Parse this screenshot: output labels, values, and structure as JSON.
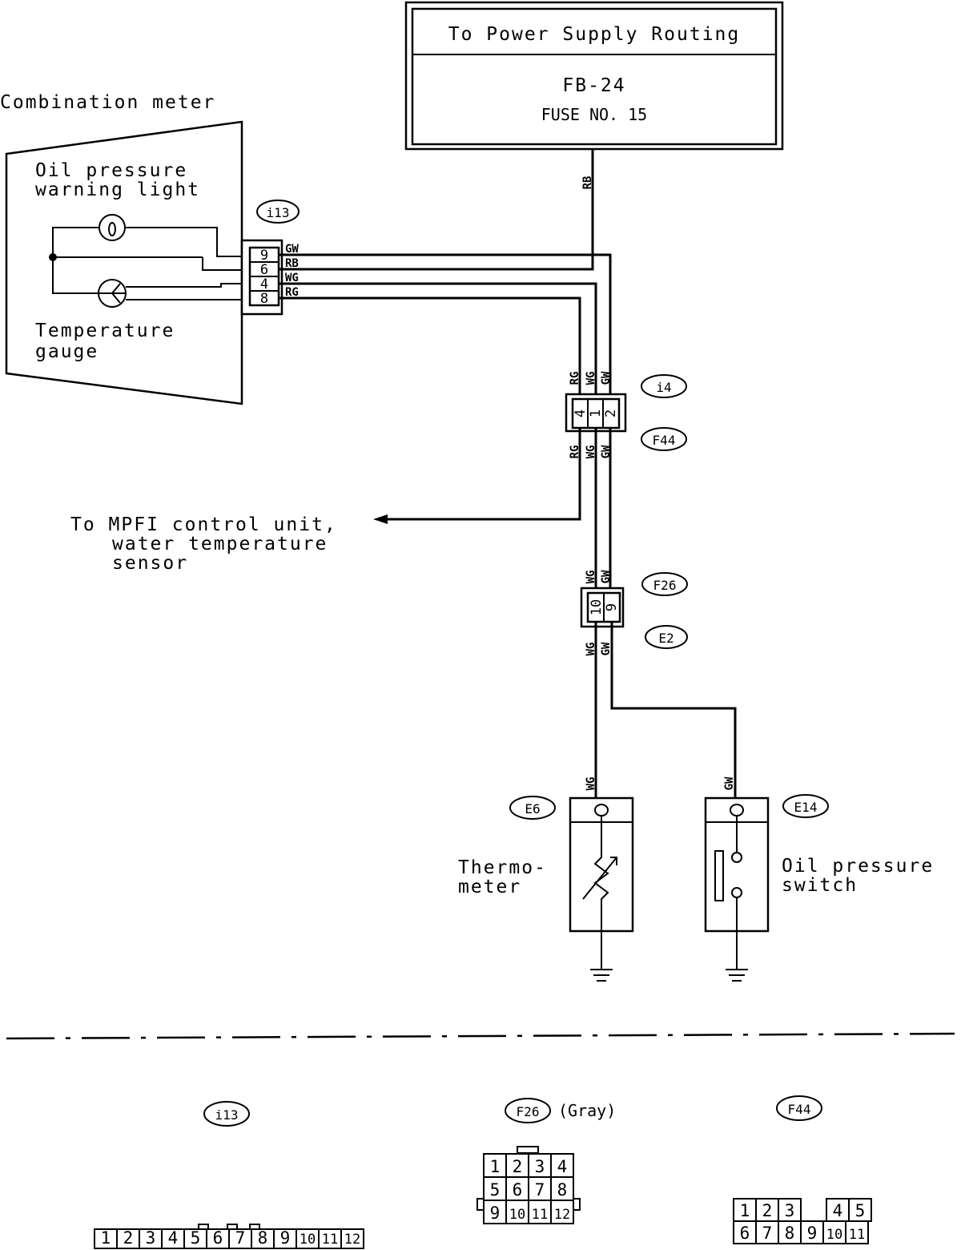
{
  "power_box": {
    "title": "To Power Supply Routing",
    "block": "FB-24",
    "fuse": "FUSE NO. 15"
  },
  "meter": {
    "title": "Combination meter",
    "oil_light_line1": "Oil pressure",
    "oil_light_line2": "warning light",
    "temp_gauge_line1": "Temperature",
    "temp_gauge_line2": "gauge"
  },
  "connectors": {
    "i13": "i13",
    "i4": "i4",
    "F44": "F44",
    "F26": "F26",
    "E2": "E2",
    "E6": "E6",
    "E14": "E14"
  },
  "wires": {
    "RB": "RB",
    "GW": "GW",
    "WG": "WG",
    "RG": "RG"
  },
  "i13_pins": [
    "9",
    "6",
    "4",
    "8"
  ],
  "i4_pins": [
    "4",
    "1",
    "2"
  ],
  "f26_pins": [
    "10",
    "9"
  ],
  "mpfi": {
    "line1": "To MPFI control unit,",
    "line2": "water temperature",
    "line3": "sensor"
  },
  "thermometer": {
    "line1": "Thermo-",
    "line2": "meter"
  },
  "oil_switch": {
    "line1": "Oil pressure",
    "line2": "switch"
  },
  "legend": {
    "i13_label": "i13",
    "f26_label": "F26",
    "f26_color": "(Gray)",
    "f44_label": "F44",
    "i13_pins": [
      "1",
      "2",
      "3",
      "4",
      "5",
      "6",
      "7",
      "8",
      "9",
      "10",
      "11",
      "12"
    ],
    "f26_row1": [
      "1",
      "2",
      "3",
      "4"
    ],
    "f26_row2": [
      "5",
      "6",
      "7",
      "8"
    ],
    "f26_row3": [
      "9",
      "10",
      "11",
      "12"
    ],
    "f44_row1a": [
      "1",
      "2",
      "3"
    ],
    "f44_row1b": [
      "4",
      "5"
    ],
    "f44_row2": [
      "6",
      "7",
      "8",
      "9",
      "10",
      "11"
    ]
  }
}
